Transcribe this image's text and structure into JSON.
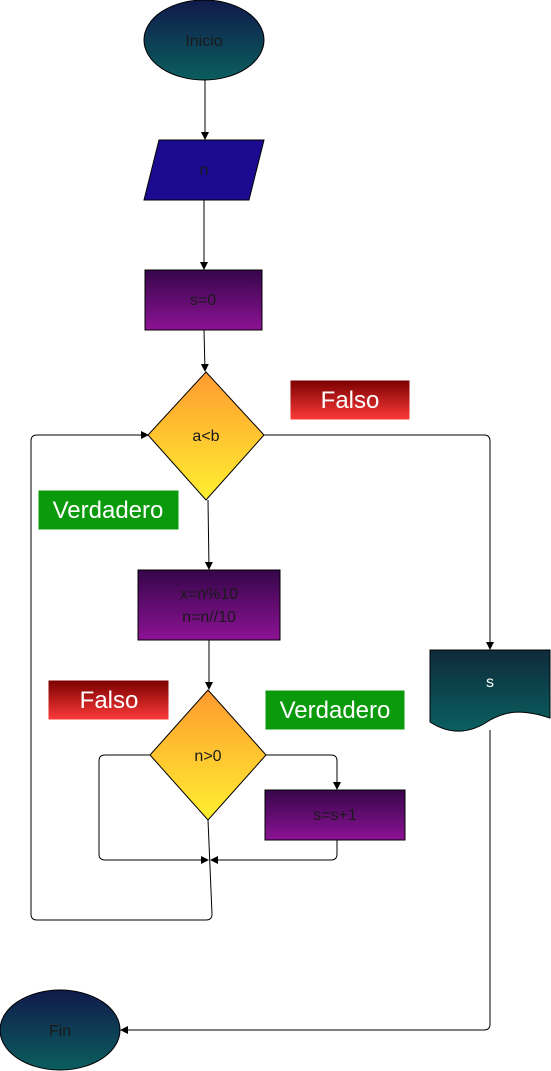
{
  "nodes": {
    "start": "Inicio",
    "input": "n",
    "init": "s=0",
    "cond_outer": "a<b",
    "process_line1": "x=n%10",
    "process_line2": "n=n//10",
    "cond_inner": "n>0",
    "increment": "s=s+1",
    "output": "s",
    "end": "Fin"
  },
  "tags": {
    "outer_false": "Falso",
    "outer_true": "Verdadero",
    "inner_false": "Falso",
    "inner_true": "Verdadero"
  },
  "colors": {
    "terminal_top": "#0b2a5c",
    "terminal_bottom": "#0a5c5c",
    "input_fill": "#1a0d8f",
    "process_top": "#3a0550",
    "process_bottom": "#8a1090",
    "decision_top": "#ffa030",
    "decision_bottom": "#ffee30",
    "false_tag_top": "#8a0000",
    "false_tag_bottom": "#ff3030",
    "true_tag": "#0b9a0b"
  }
}
